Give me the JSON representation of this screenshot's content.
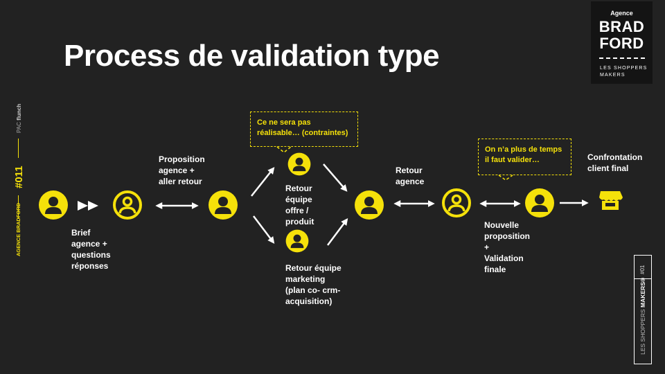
{
  "title": "Process de validation type",
  "logo": {
    "agence": "Agence",
    "line1": "BRAD",
    "line2": "FORD",
    "sub1": "LES SHOPPERS",
    "sub2": "MAKERS"
  },
  "sidebar": {
    "client_prefix": "PAC",
    "client": "flunch",
    "number": "#011",
    "agency": "AGENCE BRADFORD"
  },
  "footer": {
    "page": "#01",
    "brand_light": "LES SHOPPERS ",
    "brand_bold": "MAKERS®"
  },
  "steps": {
    "brief": [
      "Brief",
      "agence +",
      "questions",
      "réponses"
    ],
    "proposition": [
      "Proposition",
      "agence +",
      "aller retour"
    ],
    "retour_offre": [
      "Retour",
      "équipe",
      "offre /",
      "produit"
    ],
    "retour_marketing": [
      "Retour équipe",
      "marketing",
      "(plan co- crm-",
      "acquisition)"
    ],
    "retour_agence": [
      "Retour",
      "agence"
    ],
    "nouvelle": [
      "Nouvelle",
      "proposition",
      "+",
      "Validation",
      "finale"
    ],
    "confrontation": [
      "Confrontation",
      "client final"
    ]
  },
  "callouts": {
    "contraintes": [
      "Ce ne sera pas",
      "réalisable… (contraintes)"
    ],
    "temps": [
      "On n’a plus de temps",
      "il faut valider…"
    ]
  },
  "colors": {
    "background": "#222222",
    "accent": "#f5e10a",
    "text": "#ffffff"
  }
}
